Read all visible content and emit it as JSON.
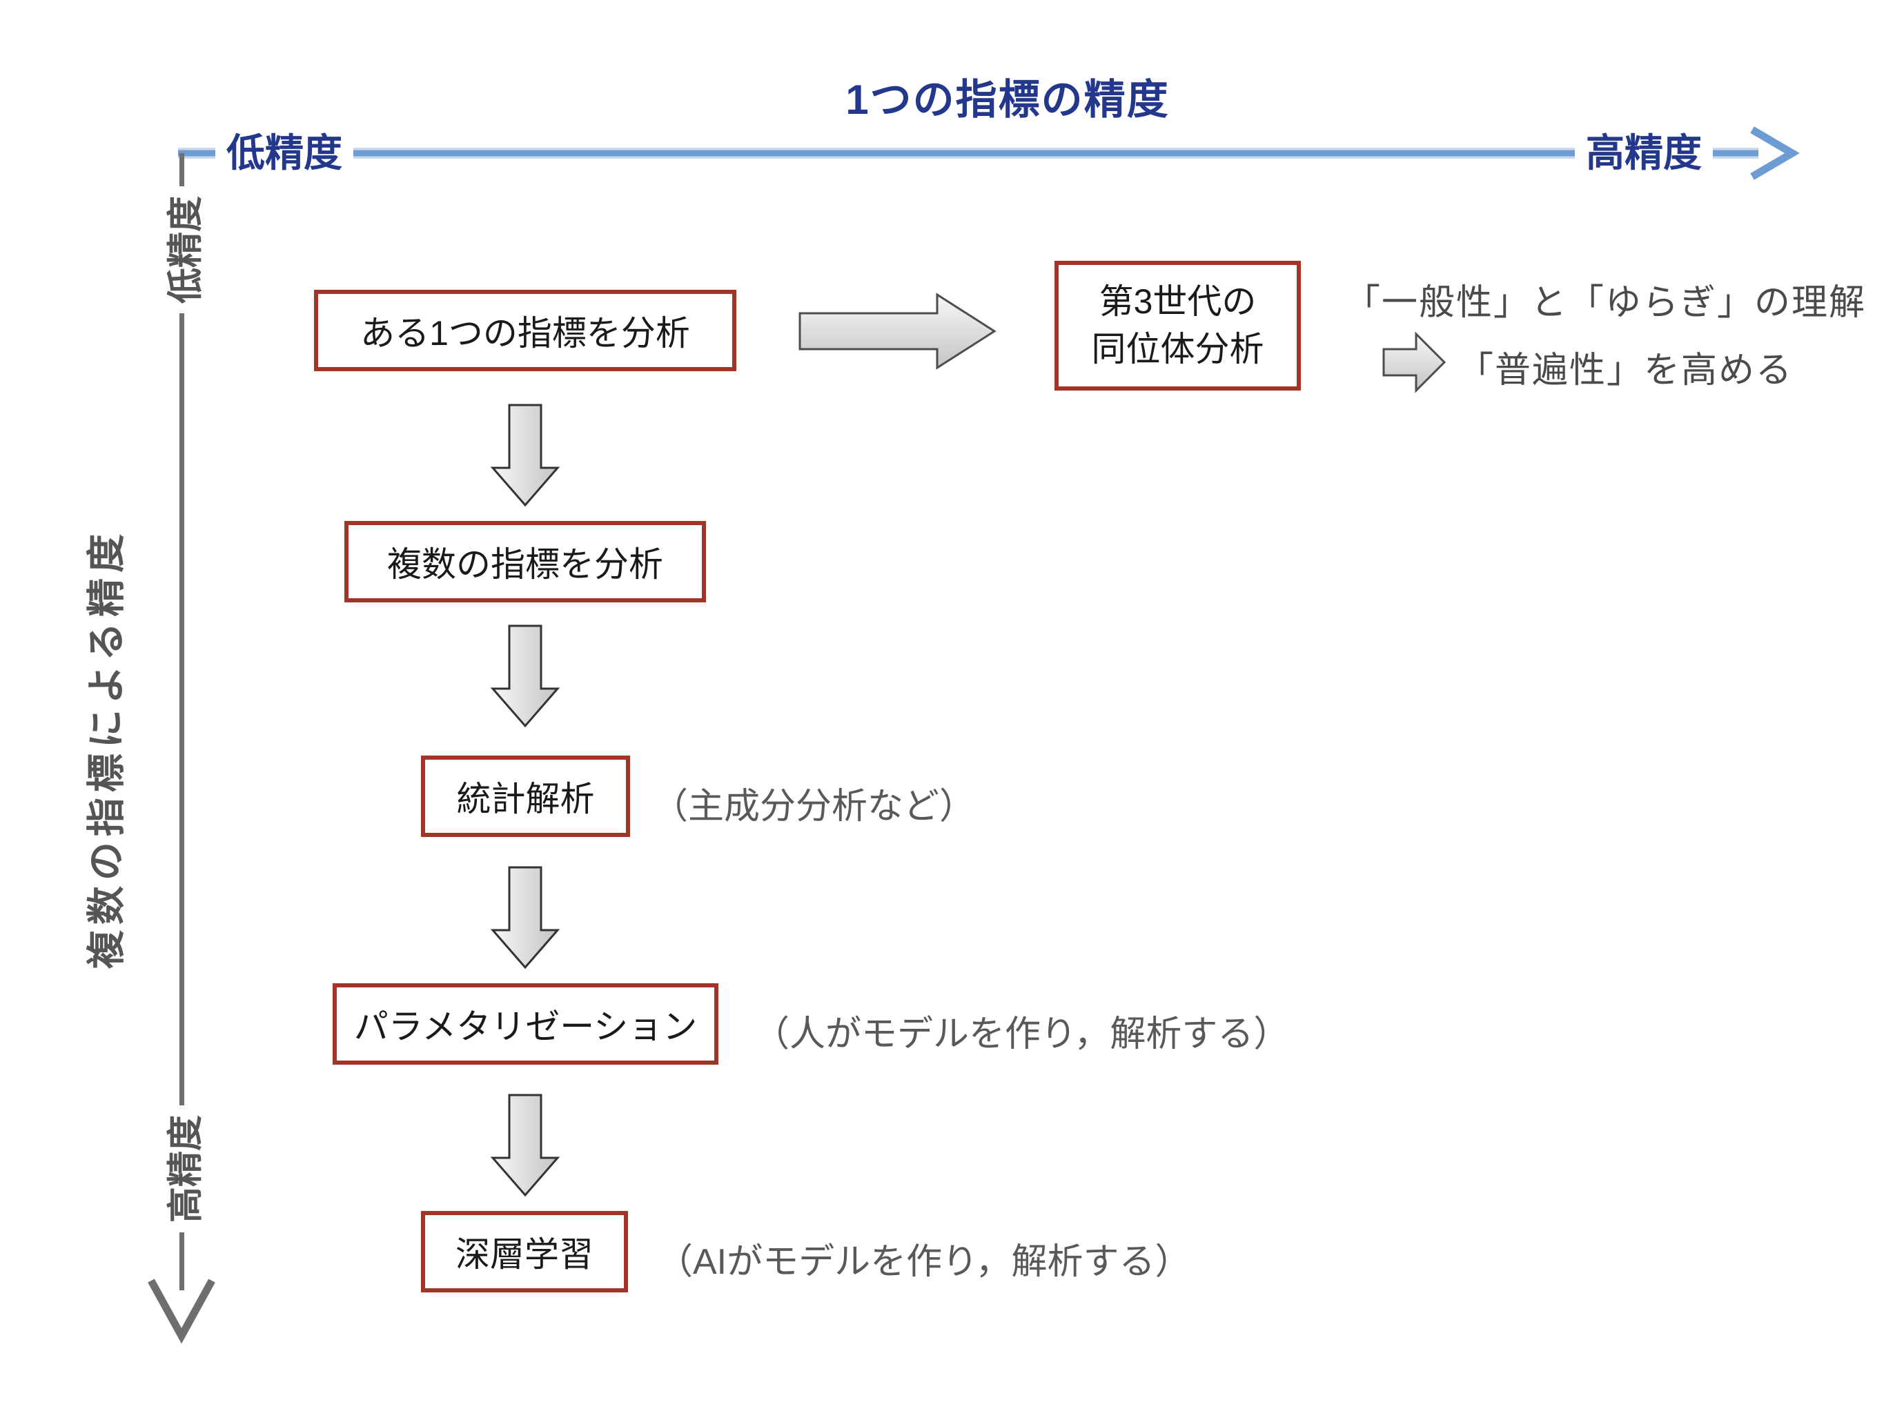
{
  "title": "1つの指標の精度",
  "h_axis": {
    "left_label": "低精度",
    "right_label": "高精度"
  },
  "v_axis": {
    "top_label": "低精度",
    "middle_label": "複数の指標による精度",
    "bottom_label": "高精度"
  },
  "flow": {
    "box1": "ある1つの指標を分析",
    "box2": "複数の指標を分析",
    "box3": "統計解析",
    "box3_note": "（主成分分析など）",
    "box4": "パラメタリゼーション",
    "box4_note": "（人がモデルを作り，解析する）",
    "box5": "深層学習",
    "box5_note": "（AIがモデルを作り，解析する）"
  },
  "isotope_box": {
    "line1": "第3世代の",
    "line2": "同位体分析"
  },
  "side_note": {
    "line1": "「一般性」と「ゆらぎ」の理解",
    "line2": "「普遍性」を高める"
  },
  "colors": {
    "axis_text_blue": "#23388C",
    "axis_line_blue": "#6D9CD5",
    "axis_line_blue_halo": "#C9DAF0",
    "axis_line_gray": "#6E6E6E",
    "rotated_label_gray": "#555555",
    "note_gray": "#595959",
    "side_text_gray": "#4A4A4A",
    "box_border_red": "#A23428",
    "box_text": "#1A1A1A",
    "block_arrow_fill_light": "#F6F6F6",
    "block_arrow_fill_dark": "#C4C4C4",
    "block_arrow_stroke": "#4D4D4D"
  }
}
